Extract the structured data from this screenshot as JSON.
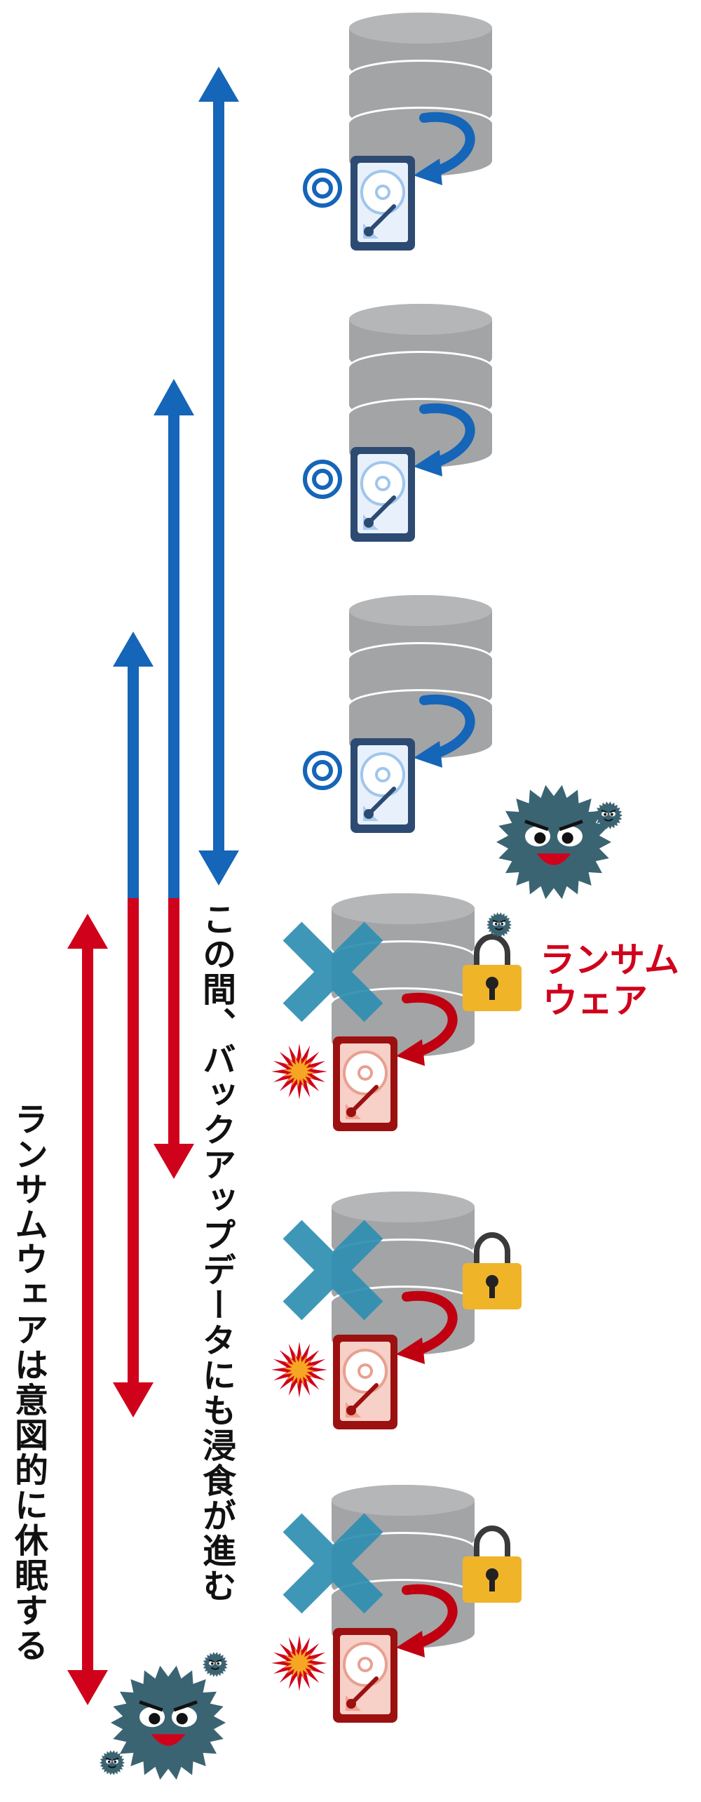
{
  "labels": {
    "dormant": "ランサムウェアは意図的に休眠する",
    "spread": "この間、バックアップデータにも浸食が進む",
    "ransomware_line1": "ランサム",
    "ransomware_line2": "ウェア"
  },
  "backups": [
    {
      "state": "safe",
      "mark": "double-circle-icon"
    },
    {
      "state": "safe",
      "mark": "double-circle-icon"
    },
    {
      "state": "safe",
      "mark": "double-circle-icon"
    },
    {
      "state": "infected",
      "mark": "burst-icon"
    },
    {
      "state": "infected",
      "mark": "burst-icon"
    },
    {
      "state": "infected",
      "mark": "burst-icon"
    }
  ],
  "colors": {
    "safe_blue": "#1565b8",
    "infected_red": "#d0021b",
    "server_gray": "#a3a4a6",
    "drive_navy": "#2d4a72",
    "drive_red": "#9c1010",
    "virus": "#3b6473",
    "lock_gold": "#f0b429",
    "x_mark": "#2f8fb3"
  }
}
